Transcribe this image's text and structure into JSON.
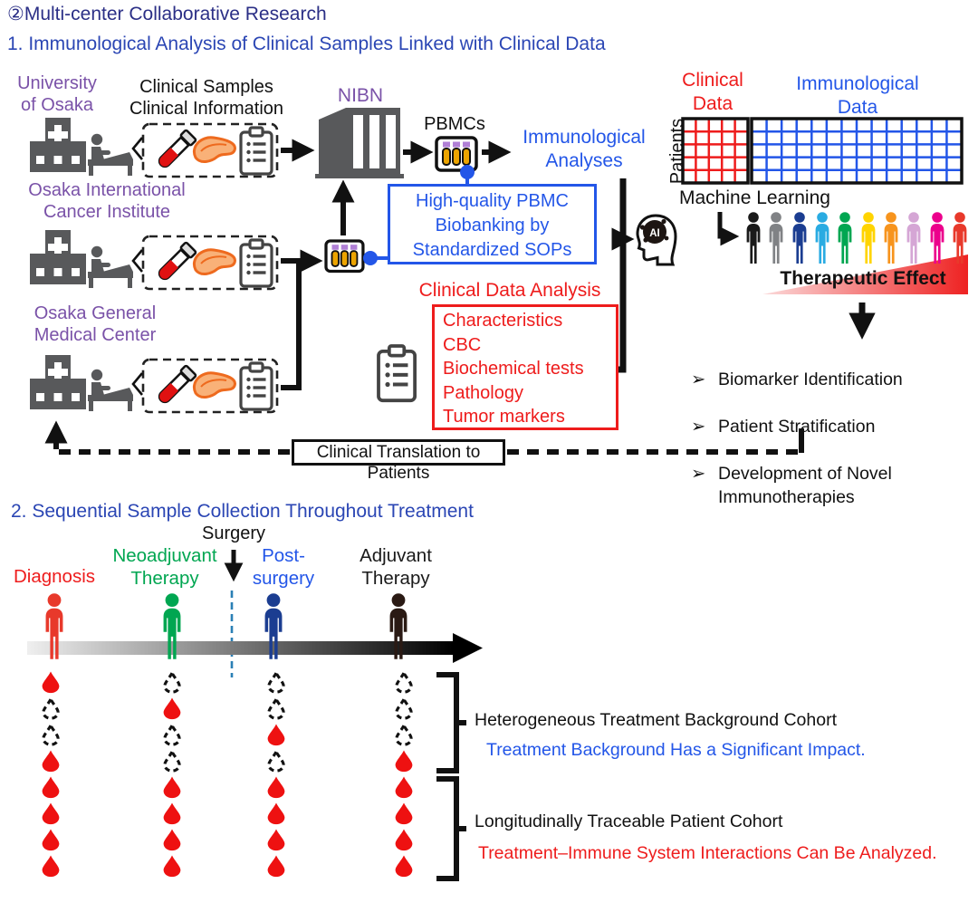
{
  "colors": {
    "navy": "#2b2f86",
    "blue_heading": "#2b46b4",
    "purple": "#7a52a8",
    "red": "#ee1c1c",
    "blue": "#2356e8",
    "green": "#00a651",
    "icon_gray": "#58595b",
    "ink": "#111111"
  },
  "header": {
    "title": "②Multi-center Collaborative Research",
    "s1": "1. Immunological Analysis of Clinical Samples Linked with Clinical Data",
    "s2": "2. Sequential Sample Collection Throughout Treatment"
  },
  "s1": {
    "hospitals": [
      {
        "name": "University\nof Osaka"
      },
      {
        "name": "Osaka International\nCancer Institute"
      },
      {
        "name": "Osaka General\nMedical Center"
      }
    ],
    "samples_label": "Clinical Samples\nClinical Information",
    "nibn": "NIBN",
    "pbmcs": "PBMCs",
    "imm_analyses": "Immunological\nAnalyses",
    "biobank_box": "High-quality PBMC\nBiobanking by\nStandardized SOPs",
    "cda": {
      "title": "Clinical Data Analysis",
      "items": [
        "Characteristics",
        "CBC",
        "Biochemical tests",
        "Pathology",
        "Tumor markers"
      ]
    },
    "translation": "Clinical Translation to Patients",
    "matrix": {
      "clinical": "Clinical\nData",
      "immunological": "Immunological\nData",
      "patients": "Patients",
      "clinical_grid": {
        "cols": 5,
        "rows": 5
      },
      "immuno_grid": {
        "cols": 14,
        "rows": 5
      }
    },
    "ml": {
      "label": "Machine Learning",
      "ai": "AI",
      "people_colors": [
        "#1a1a1a",
        "#808285",
        "#1b3d91",
        "#29abe2",
        "#00a651",
        "#ffd400",
        "#f7941d",
        "#d5a6d5",
        "#ec008c",
        "#e8392b"
      ]
    },
    "therapeutic": "Therapeutic Effect",
    "outcomes": {
      "bullet": "➢",
      "items": [
        "Biomarker Identification",
        "Patient Stratification",
        "Development of Novel Immunotherapies"
      ]
    }
  },
  "s2": {
    "surgery": "Surgery",
    "drop_color": "#ee1111",
    "timepoints": [
      {
        "label": "Diagnosis",
        "label_color": "#ee1c1c",
        "person_color": "#e8392b",
        "drops": [
          "filled",
          "dashed",
          "dashed",
          "filled",
          "filled",
          "filled",
          "filled",
          "filled"
        ]
      },
      {
        "label": "Neoadjuvant\nTherapy",
        "label_color": "#00a651",
        "person_color": "#00a651",
        "drops": [
          "dashed",
          "filled",
          "dashed",
          "dashed",
          "filled",
          "filled",
          "filled",
          "filled"
        ]
      },
      {
        "label": "Post-\nsurgery",
        "label_color": "#2356e8",
        "person_color": "#1b3d91",
        "drops": [
          "dashed",
          "dashed",
          "filled",
          "dashed",
          "filled",
          "filled",
          "filled",
          "filled"
        ]
      },
      {
        "label": "Adjuvant\nTherapy",
        "label_color": "#1a1a1a",
        "person_color": "#2a1a14",
        "drops": [
          "dashed",
          "dashed",
          "dashed",
          "filled",
          "filled",
          "filled",
          "filled",
          "filled"
        ]
      }
    ],
    "groups": [
      {
        "title": "Heterogeneous Treatment Background Cohort",
        "note": "Treatment Background Has a Significant Impact.",
        "note_color": "#2356e8"
      },
      {
        "title": "Longitudinally Traceable Patient Cohort",
        "note": "Treatment–Immune System Interactions Can Be Analyzed.",
        "note_color": "#ee1c1c"
      }
    ]
  }
}
